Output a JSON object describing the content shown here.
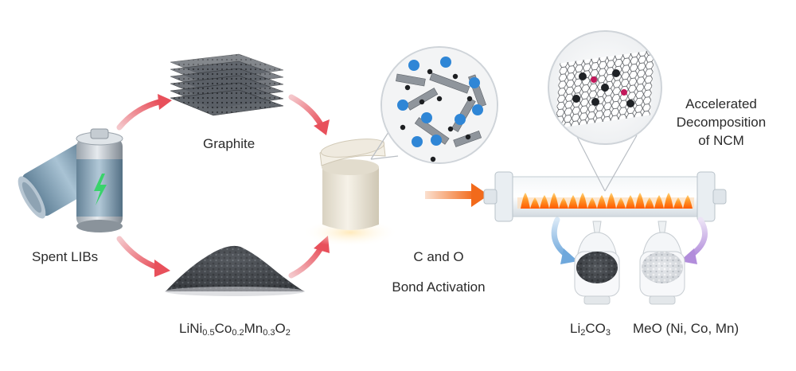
{
  "labels": {
    "spent_libs": "Spent LIBs",
    "graphite": "Graphite",
    "ncm_formula": {
      "parts": [
        {
          "t": "LiNi",
          "sub": "0.5"
        },
        {
          "t": "Co",
          "sub": "0.2"
        },
        {
          "t": "Mn",
          "sub": "0.3"
        },
        {
          "t": "O",
          "sub": "2"
        }
      ]
    },
    "bond_line1": "C and O",
    "bond_line2": "Bond Activation",
    "accelerated_line1": "Accelerated",
    "accelerated_line2": "Decomposition",
    "accelerated_line3": "of NCM",
    "li2co3": {
      "parts": [
        {
          "t": "Li",
          "sub": "2"
        },
        {
          "t": "CO",
          "sub": "3"
        }
      ]
    },
    "meo": "MeO (Ni, Co, Mn)"
  },
  "colors": {
    "arrow_pink": "#e8505b",
    "arrow_orange": "#f26a1b",
    "arrow_blue": "#6fa8dc",
    "arrow_purple": "#b28ddb",
    "flame": "#ff7a1a",
    "cobalt_blue": "#2f86d6",
    "graphite_dark": "#3a3d42",
    "crucible": "#ede8dc"
  }
}
